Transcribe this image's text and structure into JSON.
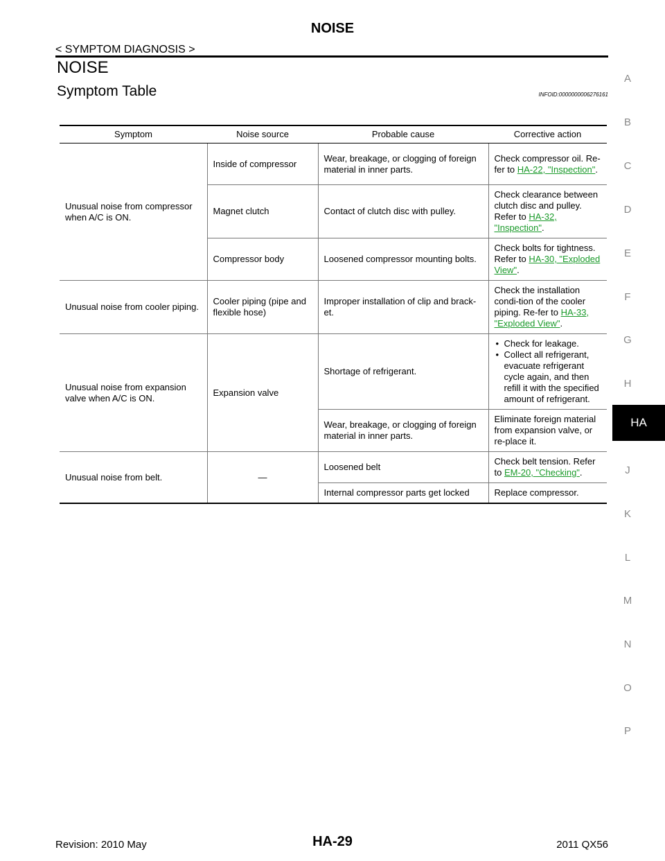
{
  "header": {
    "title": "NOISE",
    "breadcrumb": "< SYMPTOM DIAGNOSIS >"
  },
  "section_title": "NOISE",
  "sub_title": "Symptom Table",
  "info_id": "INFOID:0000000006276161",
  "side_index": [
    "A",
    "B",
    "C",
    "D",
    "E",
    "F",
    "G",
    "H",
    "HA",
    "J",
    "K",
    "L",
    "M",
    "N",
    "O",
    "P"
  ],
  "side_active": "HA",
  "table": {
    "headers": [
      "Symptom",
      "Noise source",
      "Probable cause",
      "Corrective action"
    ],
    "rows": {
      "r1": {
        "symptom": "Unusual noise from compressor when A/C is ON.",
        "a": {
          "source": "Inside of compressor",
          "cause": "Wear, breakage, or clogging of foreign material in inner parts.",
          "action_pre": "Check compressor oil. Re-fer to ",
          "link": "HA-22, \"Inspection\"",
          "action_post": "."
        },
        "b": {
          "source": "Magnet clutch",
          "cause": "Contact of clutch disc with pulley.",
          "action_pre": "Check clearance between clutch disc and pulley. Refer to ",
          "link": "HA-32, \"Inspection\"",
          "action_post": "."
        },
        "c": {
          "source": "Compressor body",
          "cause": "Loosened compressor mounting bolts.",
          "action_pre": "Check bolts for tightness. Refer to ",
          "link": "HA-30, \"Exploded View\"",
          "action_post": "."
        }
      },
      "r2": {
        "symptom": "Unusual noise from cooler piping.",
        "source": "Cooler piping (pipe and flexible hose)",
        "cause": "Improper installation of clip and brack-et.",
        "action_pre": "Check the installation condi-tion of the cooler piping. Re-fer to ",
        "link": "HA-33, \"Exploded View\"",
        "action_post": "."
      },
      "r3": {
        "symptom": "Unusual noise from expansion valve when A/C is ON.",
        "source": "Expansion valve",
        "a": {
          "cause": "Shortage of refrigerant.",
          "bullets": [
            "Check for leakage.",
            "Collect all refrigerant, evacuate refrigerant cycle again, and then refill it with the specified amount of refrigerant."
          ]
        },
        "b": {
          "cause": "Wear, breakage, or clogging of foreign material in inner parts.",
          "action": "Eliminate foreign material from expansion valve, or re-place it."
        }
      },
      "r4": {
        "symptom": "Unusual noise from belt.",
        "source": "—",
        "a": {
          "cause": "Loosened belt",
          "action_pre": "Check belt tension. Refer to ",
          "link": "EM-20, \"Checking\"",
          "action_post": "."
        },
        "b": {
          "cause": "Internal compressor parts get locked",
          "action": "Replace compressor."
        }
      }
    }
  },
  "footer": {
    "revision": "Revision: 2010 May",
    "page": "HA-29",
    "model": "2011 QX56"
  }
}
